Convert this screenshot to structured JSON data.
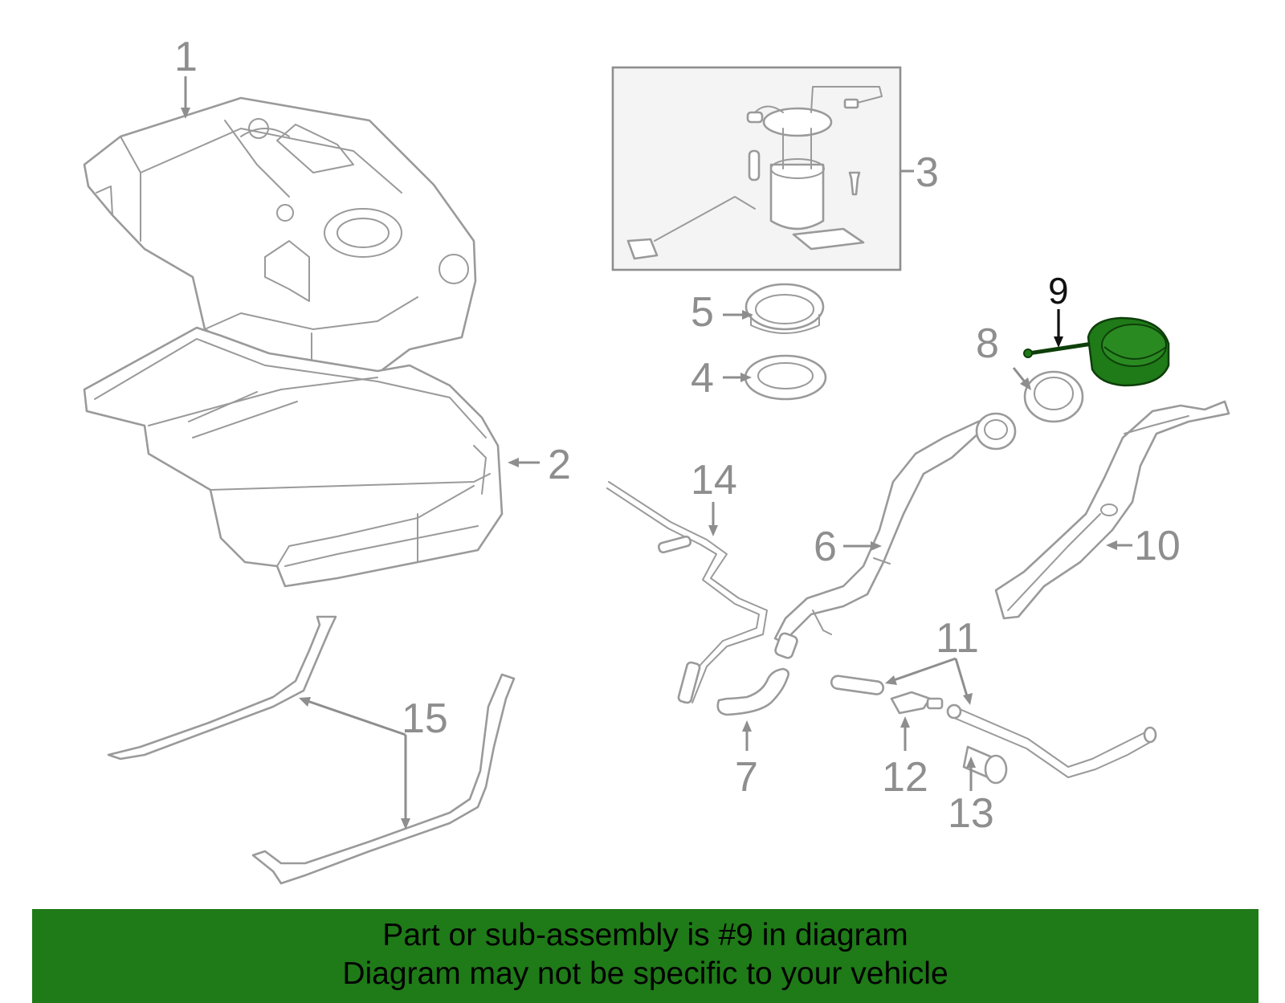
{
  "callouts": [
    {
      "id": "1",
      "label": "1"
    },
    {
      "id": "2",
      "label": "2"
    },
    {
      "id": "3",
      "label": "3"
    },
    {
      "id": "4",
      "label": "4"
    },
    {
      "id": "5",
      "label": "5"
    },
    {
      "id": "6",
      "label": "6"
    },
    {
      "id": "7",
      "label": "7"
    },
    {
      "id": "8",
      "label": "8"
    },
    {
      "id": "9",
      "label": "9",
      "highlighted": true
    },
    {
      "id": "10",
      "label": "10"
    },
    {
      "id": "11",
      "label": "11"
    },
    {
      "id": "12",
      "label": "12"
    },
    {
      "id": "13",
      "label": "13"
    },
    {
      "id": "14",
      "label": "14"
    },
    {
      "id": "15",
      "label": "15"
    }
  ],
  "banner": {
    "line1": "Part or sub-assembly is #9 in diagram",
    "line2": "Diagram may not be specific to your vehicle"
  },
  "colors": {
    "highlight_part": "#1f7a18",
    "banner_background": "#1f7a18",
    "outline": "#9a9a9a"
  }
}
